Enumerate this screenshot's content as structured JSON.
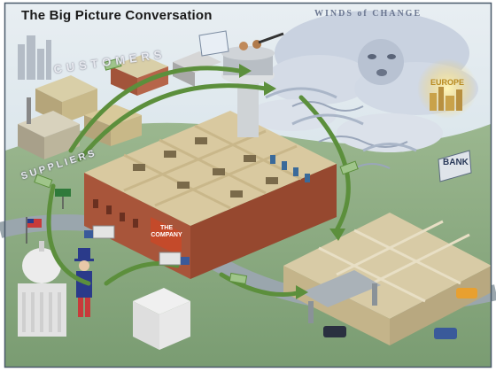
{
  "title": "The Big Picture Conversation",
  "labels": {
    "customers": "CUSTOMERS",
    "suppliers": "SUPPLIERS",
    "winds": "WINDS of CHANGE",
    "bank": "BANK",
    "company": "THE COMPANY",
    "europe": "EUROPE"
  },
  "colors": {
    "sky": "#d9e6ec",
    "ground": "#8fb08a",
    "road": "#9aa6ad",
    "brick": "#a8553a",
    "roof": "#d8c59a",
    "arrow": "#5c8f3c",
    "cloud": "#c7d0de"
  }
}
